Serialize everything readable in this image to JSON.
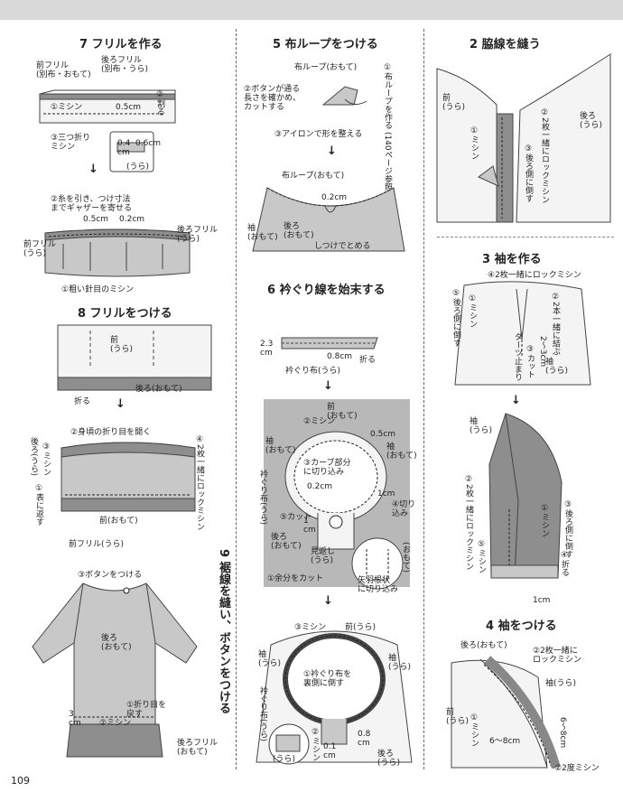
{
  "page_number": "109",
  "sections": {
    "s7": {
      "title": "7 フリルを作る",
      "front_frill": "前フリル\n(別布・おもて)",
      "back_frill": "後ろフリル\n(別布・うら)",
      "step1": "①ミシン",
      "dim_05": "0.5cm",
      "step2": "②割る",
      "step3": "③三つ折り\nミシン",
      "dim_04": "0.4\ncm",
      "dim_06": "0.6cm",
      "ura": "(うら)",
      "gather_step": "②糸を引き、つけ寸法\nまでギャザーを寄せる",
      "dim_05b": "0.5cm",
      "dim_02": "0.2cm",
      "back_frill_ura": "後ろフリル\n(うら)",
      "front_frill_ura": "前フリル\n(うら)",
      "coarse_stitch": "①粗い針目のミシン"
    },
    "s8": {
      "title": "8 フリルをつける",
      "front_ura": "前\n(うら)",
      "fold": "折る",
      "back_omote": "後ろ(おもて)",
      "open_fold": "②身頃の折り目を開く",
      "back_ura": "後ろ(うら)",
      "sew": "③ミシン",
      "turn_out": "①表に返す",
      "lock": "④2枚一緒にロックミシン",
      "front_omote": "前(おもて)",
      "front_frill_ura": "前フリル(うら)"
    },
    "s9": {
      "title": "9 裾線を縫い、ボタンをつける",
      "button": "③ボタンをつける",
      "back_omote": "後ろ\n(おもて)",
      "fold_back": "①折り目を\n戻す",
      "dim_3": "3\ncm",
      "sew": "②ミシン",
      "back_frill_omote": "後ろフリル\n(おもて)"
    },
    "s5": {
      "title": "5 布ループをつける",
      "loop_omote": "布ループ(おもて)",
      "check_len": "②ボタンが通る\n長さを確かめ、\nカットする",
      "make_loop": "①布ループを作る\n(140ページ参照)",
      "iron": "③アイロンで形を整える",
      "loop_omote2": "布ループ(おもて)",
      "dim_02": "0.2cm",
      "sleeve_omote": "袖\n(おもて)",
      "back_omote": "後ろ\n(おもて)",
      "baste": "しつけでとめる"
    },
    "s6": {
      "title": "6 衿ぐり線を始末する",
      "dim_23": "2.3\ncm",
      "dim_08": "0.8cm",
      "fold": "折る",
      "bias": "衿ぐり布(うら)",
      "front_omote": "前\n(おもて)",
      "sew2": "②ミシン",
      "dim_05": "0.5cm",
      "sleeve_omote": "袖\n(おもて)",
      "sleeve_omote2": "袖\n(おもて)",
      "curve_cut": "③カーブ部分\nに切り込み",
      "dim_02": "0.2cm",
      "dim_1": "1cm",
      "cut_in": "④切り\n込み",
      "collar_ura": "衿ぐり布(うら)",
      "cut5": "⑤カット",
      "back_omote": "後ろ\n(おもて)",
      "dim_1b": "1\ncm",
      "facing": "見返し\n(うら)",
      "trim": "①余分をカット",
      "omote": "(おもて)",
      "arrow_notch": "矢羽根状\nに切り込み",
      "sew3": "③ミシン",
      "front_ura": "前(うら)",
      "turn_in": "①衿ぐり布を\n裏側に倒す",
      "sleeve_ura": "袖\n(うら)",
      "sleeve_ura2": "袖\n(うら)",
      "collar_ura2": "衿ぐり布(うら)",
      "ura": "(うら)",
      "sew2b": "②ミシン",
      "dim_01": "0.1\ncm",
      "dim_08b": "0.8\ncm",
      "back_ura": "後ろ\n(うら)"
    },
    "s2": {
      "title": "2 脇線を縫う",
      "front_ura": "前\n(うら)",
      "back_ura": "後ろ\n(うら)",
      "sew": "①ミシン",
      "lock": "②2枚一緒にロックミシン",
      "press": "③後ろ側に倒す"
    },
    "s3": {
      "title": "3 袖を作る",
      "lock": "④2枚一緒にロックミシン",
      "press": "⑤後ろ側に倒す",
      "sew": "①ミシン",
      "tie": "②2本一緒に結ぶ",
      "dart": "ダーツ止まり",
      "cut": "③カット",
      "dim_23": "2〜3cm",
      "sleeve_ura": "袖\n(うら)",
      "sleeve_ura2": "袖\n(うら)",
      "lock2": "②2枚一緒にロックミシン",
      "sew1": "①ミシン",
      "press2": "③後ろ側に倒す",
      "sew5": "⑤ミシン",
      "fold": "④折る",
      "dim_1": "1cm"
    },
    "s4": {
      "title": "4 袖をつける",
      "back_omote": "後ろ(おもて)",
      "lock": "②2枚一緒に\nロックミシン",
      "sleeve_ura": "袖(うら)",
      "front_ura": "前\n(うら)",
      "sew": "①ミシン",
      "dim_68": "6〜8cm",
      "dim_68v": "6〜8cm",
      "double": "②2度ミシン"
    }
  }
}
